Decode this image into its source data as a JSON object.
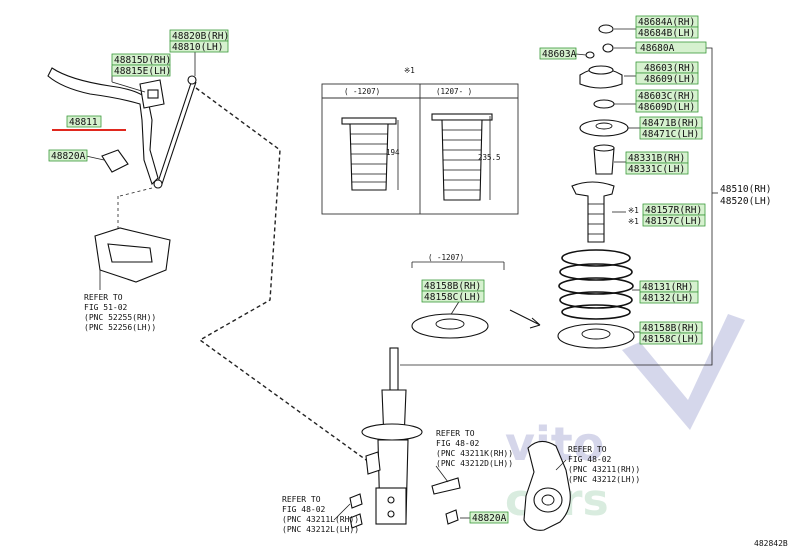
{
  "labels": {
    "p48820B": "48820B(RH)",
    "p48810": "48810(LH)",
    "p48815D": "48815D(RH)",
    "p48815E": "48815E(LH)",
    "p48811": "48811",
    "p48820A_left": "48820A",
    "p48684A": "48684A(RH)",
    "p48684B": "48684B(LH)",
    "p48603A": "48603A",
    "p48680A": "48680A",
    "p48603": "48603(RH)",
    "p48609": "48609(LH)",
    "p48603C": "48603C(RH)",
    "p48609D": "48609D(LH)",
    "p48471B": "48471B(RH)",
    "p48471C": "48471C(LH)",
    "p48331B": "48331B(RH)",
    "p48331C": "48331C(LH)",
    "p48510": "48510(RH)",
    "p48520": "48520(LH)",
    "p48157R": "48157R(RH)",
    "p48157C": "48157C(LH)",
    "p48131": "48131(RH)",
    "p48132": "48132(LH)",
    "p48158B_right": "48158B(RH)",
    "p48158C_right": "48158C(LH)",
    "p48158B_left": "48158B(RH)",
    "p48158C_left": "48158C(LH)",
    "p48820A_bottom": "48820A"
  },
  "note_marks": {
    "star1_top": "※1",
    "star1_a": "※1",
    "star1_b": "※1"
  },
  "table": {
    "col1_header": "(   -1207)",
    "col2_header": "(1207-   )",
    "dim1": "194",
    "dim2": "235.5",
    "small_header": "(   -1207)"
  },
  "refs": {
    "ref_fig51": [
      "REFER TO",
      "FIG 51-02",
      "(PNC 52255(RH))",
      "(PNC 52256(LH))"
    ],
    "ref_fig48_mid": [
      "REFER TO",
      "FIG 48-02",
      "(PNC 43211K(RH))",
      "(PNC 43212D(LH))"
    ],
    "ref_fig48_right": [
      "REFER TO",
      "FIG 48-02",
      "(PNC 43211(RH))",
      "(PNC 43212(LH))"
    ],
    "ref_fig48_bottom": [
      "REFER TO",
      "FIG 48-02",
      "(PNC 43211L(RH))",
      "(PNC 43212L(LH))"
    ]
  },
  "figure_code": "482842B",
  "watermark": {
    "line1": "vito",
    "line2": "cars"
  },
  "colors": {
    "label_fill": "#d6f1cf",
    "label_stroke": "#3b9a3b",
    "underline_red": "#e0281e",
    "watermark": "#c7c9e4"
  }
}
